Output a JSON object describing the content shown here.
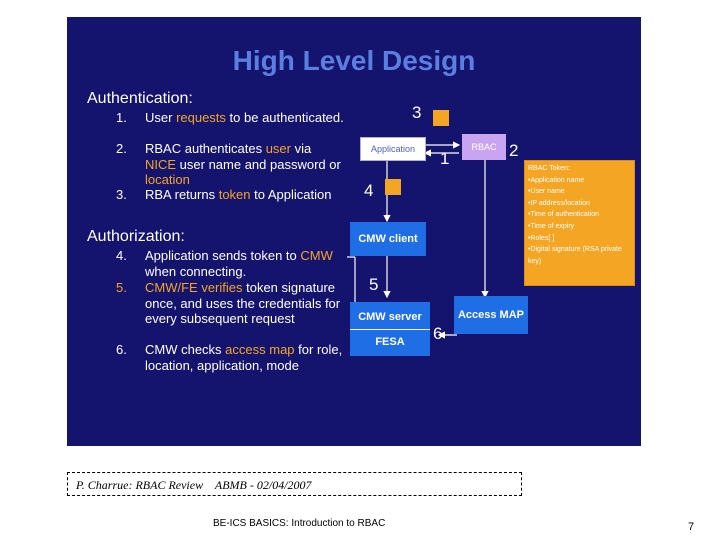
{
  "slide": {
    "title": "High Level Design",
    "authentication": {
      "heading": "Authentication:",
      "items": [
        {
          "num": "1.",
          "parts": [
            [
              "User ",
              false
            ],
            [
              "requests",
              true
            ],
            [
              " to be authenticated.",
              false
            ]
          ]
        },
        {
          "num": "2.",
          "parts": [
            [
              "RBAC authenticates ",
              false
            ],
            [
              "user",
              true
            ],
            [
              " via ",
              false
            ],
            [
              "NICE",
              true
            ],
            [
              " user name and password or ",
              false
            ],
            [
              "location",
              true
            ]
          ]
        },
        {
          "num": "3.",
          "parts": [
            [
              "RBA returns ",
              false
            ],
            [
              "token",
              true
            ],
            [
              " to Application",
              false
            ]
          ]
        }
      ]
    },
    "authorization": {
      "heading": "Authorization:",
      "items": [
        {
          "num": "4.",
          "orange_num": false,
          "parts": [
            [
              "Application sends token to ",
              false
            ],
            [
              "CMW",
              true
            ],
            [
              " when connecting.",
              false
            ]
          ]
        },
        {
          "num": "5.",
          "orange_num": true,
          "parts": [
            [
              "CMW/FE verifies",
              true
            ],
            [
              " token signature once, and uses the credentials for every subsequent request",
              false
            ]
          ]
        },
        {
          "num": "6.",
          "orange_num": false,
          "parts": [
            [
              "CMW checks ",
              false
            ],
            [
              "access map",
              true
            ],
            [
              " for role, location, application, mode",
              false
            ]
          ]
        }
      ]
    },
    "diagram": {
      "application": "Application",
      "rbac": "RBAC",
      "cmw_client": "CMW client",
      "cmw_server": "CMW server",
      "fesa": "FESA",
      "access_map": "Access MAP",
      "steps": [
        "1",
        "2",
        "3",
        "4",
        "5",
        "6"
      ],
      "token_lines": [
        "RBAC Token:",
        "•Application name",
        "•User name",
        "•IP address/location",
        "•Time of authentication",
        "•Time of expiry",
        "•Roles[ ]",
        "•Digital signature (RSA private key)"
      ]
    },
    "colors": {
      "background": "#14146e",
      "title": "#5b7fe0",
      "highlight": "#f5a524",
      "box_blue": "#1f6ee6"
    }
  },
  "footer": {
    "box_text": "P. Charrue: RBAC Review    ABMB - 02/04/2007",
    "caption": "BE-ICS BASICS: Introduction to RBAC",
    "page_number": "7"
  }
}
